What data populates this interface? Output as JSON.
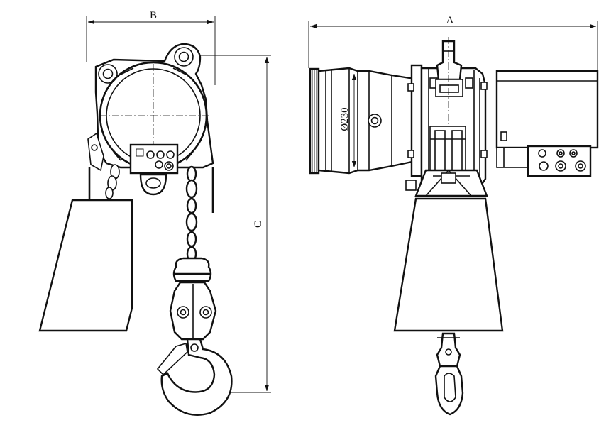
{
  "dimensions": {
    "a": "A",
    "b": "B",
    "c": "C",
    "diameter": "Ø230"
  }
}
